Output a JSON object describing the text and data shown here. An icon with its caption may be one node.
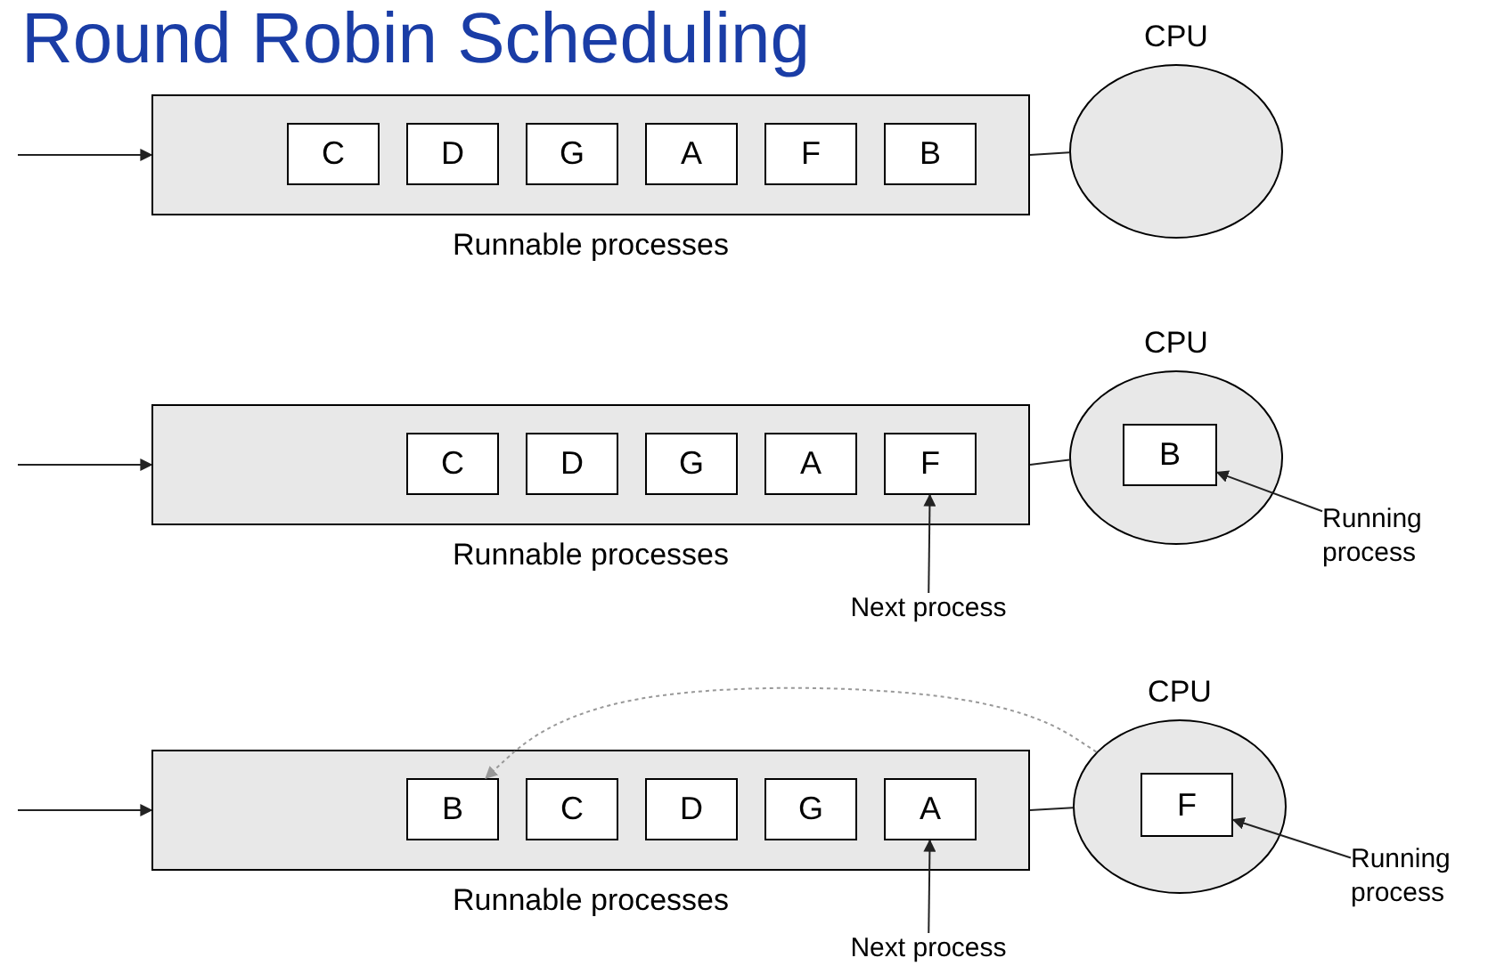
{
  "diagram": {
    "title": "Round Robin Scheduling",
    "nodes": [
      {
        "text": [
          "Runnable processes"
        ]
      },
      {
        "text": [
          "C"
        ],
        "in": 0
      },
      {
        "text": [
          "D"
        ],
        "in": 0
      },
      {
        "text": [
          "G"
        ],
        "in": 0
      },
      {
        "text": [
          "A"
        ],
        "in": 0
      },
      {
        "text": [
          "F"
        ],
        "in": 0
      },
      {
        "text": [
          "B"
        ],
        "in": 0
      },
      {
        "text": [
          "CPU"
        ]
      },
      {
        "text": [
          "Runnable processes"
        ]
      },
      {
        "text": [
          "C"
        ],
        "in": 8
      },
      {
        "text": [
          "D"
        ],
        "in": 8
      },
      {
        "text": [
          "G"
        ],
        "in": 8
      },
      {
        "text": [
          "A"
        ],
        "in": 8
      },
      {
        "text": [
          "F"
        ],
        "in": 8
      },
      {
        "text": [
          "CPU"
        ]
      },
      {
        "text": [
          "B"
        ],
        "in": 14
      },
      {
        "text": [
          "Next process"
        ]
      },
      {
        "text": [
          "Running process"
        ]
      },
      {
        "text": [
          "Runnable processes"
        ]
      },
      {
        "text": [
          "B"
        ],
        "in": 18
      },
      {
        "text": [
          "C"
        ],
        "in": 18
      },
      {
        "text": [
          "D"
        ],
        "in": 18
      },
      {
        "text": [
          "G"
        ],
        "in": 18
      },
      {
        "text": [
          "A"
        ],
        "in": 18
      },
      {
        "text": [
          "CPU"
        ]
      },
      {
        "text": [
          "F"
        ],
        "in": 24
      },
      {
        "text": [
          "Next process"
        ]
      },
      {
        "text": [
          "Running process"
        ]
      }
    ],
    "edges": [
      {
        "from": null,
        "to": 0,
        "arrow": "to"
      },
      {
        "from": 0,
        "to": 7,
        "arrow": "none"
      },
      {
        "from": null,
        "to": 8,
        "arrow": "to"
      },
      {
        "from": 8,
        "to": 14,
        "arrow": "none"
      },
      {
        "from": 16,
        "to": 13,
        "arrow": "to"
      },
      {
        "from": 17,
        "to": 15,
        "arrow": "to"
      },
      {
        "from": null,
        "to": 18,
        "arrow": "to"
      },
      {
        "from": 18,
        "to": 24,
        "arrow": "none"
      },
      {
        "from": 26,
        "to": 23,
        "arrow": "to"
      },
      {
        "from": 27,
        "to": 25,
        "arrow": "to"
      },
      {
        "from": 24,
        "to": 19,
        "arrow": "to",
        "style": "dashed",
        "color": "#999999"
      }
    ]
  }
}
